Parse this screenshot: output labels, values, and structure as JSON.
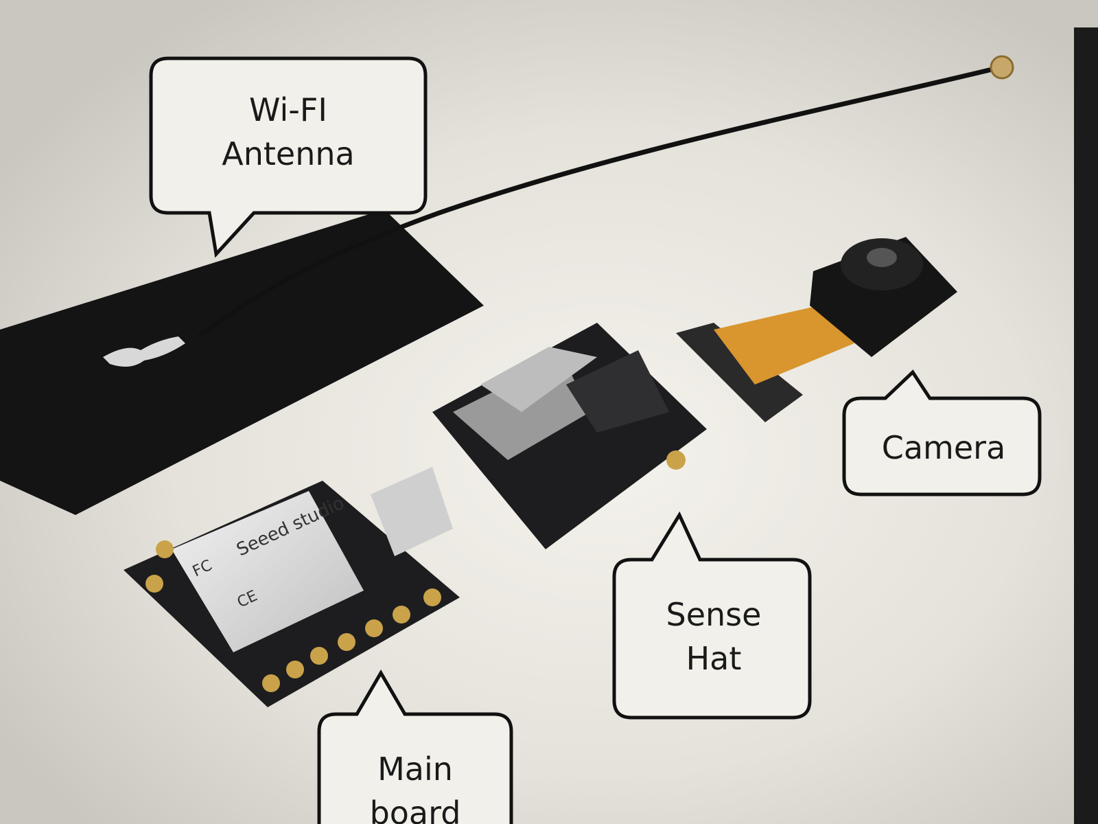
{
  "callouts": {
    "wifi": {
      "line1": "Wi-FI",
      "line2": "Antenna"
    },
    "camera": {
      "line1": "Camera"
    },
    "sense": {
      "line1": "Sense",
      "line2": "Hat"
    },
    "main": {
      "line1": "Main",
      "line2": "board"
    }
  },
  "board_silkscreen": {
    "brand": "Seeed studio",
    "marks": [
      "FC",
      "CE"
    ]
  },
  "colors": {
    "screen_bg": "#e6e4dd",
    "callout_border": "#111111",
    "pcb_dark": "#1d1d1f",
    "gold": "#c9a24a",
    "flex_cable": "#d9952e"
  },
  "icons": [
    "wifi-antenna-component",
    "camera-module",
    "sense-hat-board",
    "main-board"
  ]
}
